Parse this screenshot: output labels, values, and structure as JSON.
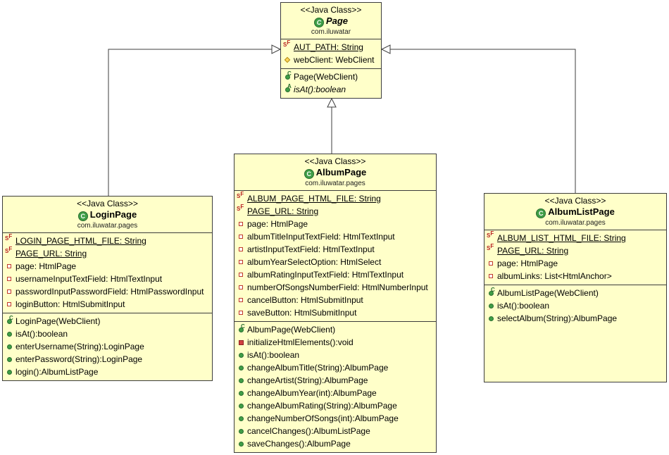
{
  "classes": {
    "page": {
      "stereotype": "<<Java Class>>",
      "name": "Page",
      "package": "com.iluwatar",
      "fields": [
        {
          "text": "AUT_PATH: String",
          "static": true
        },
        {
          "text": "webClient: WebClient"
        }
      ],
      "methods": [
        {
          "text": "Page(WebClient)"
        },
        {
          "text": "isAt():boolean"
        }
      ]
    },
    "album_page": {
      "stereotype": "<<Java Class>>",
      "name": "AlbumPage",
      "package": "com.iluwatar.pages",
      "fields": [
        {
          "text": "ALBUM_PAGE_HTML_FILE: String"
        },
        {
          "text": "PAGE_URL: String"
        },
        {
          "text": "page: HtmlPage"
        },
        {
          "text": "albumTitleInputTextField: HtmlTextInput"
        },
        {
          "text": "artistInputTextField: HtmlTextInput"
        },
        {
          "text": "albumYearSelectOption: HtmlSelect"
        },
        {
          "text": "albumRatingInputTextField: HtmlTextInput"
        },
        {
          "text": "numberOfSongsNumberField: HtmlNumberInput"
        },
        {
          "text": "cancelButton: HtmlSubmitInput"
        },
        {
          "text": "saveButton: HtmlSubmitInput"
        }
      ],
      "methods": [
        {
          "text": "AlbumPage(WebClient)"
        },
        {
          "text": "initializeHtmlElements():void"
        },
        {
          "text": "isAt():boolean"
        },
        {
          "text": "changeAlbumTitle(String):AlbumPage"
        },
        {
          "text": "changeArtist(String):AlbumPage"
        },
        {
          "text": "changeAlbumYear(int):AlbumPage"
        },
        {
          "text": "changeAlbumRating(String):AlbumPage"
        },
        {
          "text": "changeNumberOfSongs(int):AlbumPage"
        },
        {
          "text": "cancelChanges():AlbumListPage"
        },
        {
          "text": "saveChanges():AlbumPage"
        }
      ]
    },
    "login_page": {
      "stereotype": "<<Java Class>>",
      "name": "LoginPage",
      "package": "com.iluwatar.pages",
      "fields": [
        {
          "text": "LOGIN_PAGE_HTML_FILE: String"
        },
        {
          "text": "PAGE_URL: String"
        },
        {
          "text": "page: HtmlPage"
        },
        {
          "text": "usernameInputTextField: HtmlTextInput"
        },
        {
          "text": "passwordInputPasswordField: HtmlPasswordInput"
        },
        {
          "text": "loginButton: HtmlSubmitInput"
        }
      ],
      "methods": [
        {
          "text": "LoginPage(WebClient)"
        },
        {
          "text": "isAt():boolean"
        },
        {
          "text": "enterUsername(String):LoginPage"
        },
        {
          "text": "enterPassword(String):LoginPage"
        },
        {
          "text": "login():AlbumListPage"
        }
      ]
    },
    "album_list_page": {
      "stereotype": "<<Java Class>>",
      "name": "AlbumListPage",
      "package": "com.iluwatar.pages",
      "fields": [
        {
          "text": "ALBUM_LIST_HTML_FILE: String"
        },
        {
          "text": "PAGE_URL: String"
        },
        {
          "text": "page: HtmlPage"
        },
        {
          "text": "albumLinks: List<HtmlAnchor>"
        }
      ],
      "methods": [
        {
          "text": "AlbumListPage(WebClient)"
        },
        {
          "text": "isAt():boolean"
        },
        {
          "text": "selectAlbum(String):AlbumPage"
        }
      ]
    }
  },
  "colors": {
    "class_fill": "#ffffc9",
    "border": "#3c3c3c",
    "public_icon": "#3f9e47",
    "private_icon": "#c0392b"
  }
}
